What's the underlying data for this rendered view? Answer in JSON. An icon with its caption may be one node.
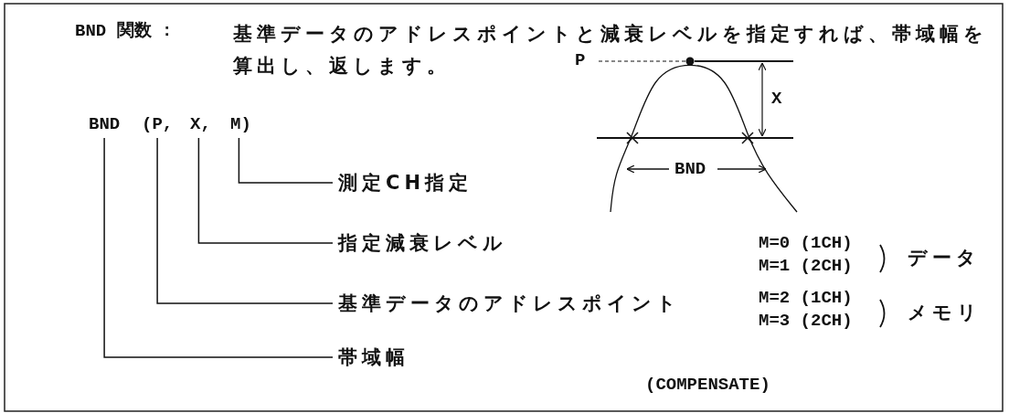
{
  "diagram": {
    "nodes": [
      {
        "text": [
          "BND"
        ]
      },
      {
        "text": [
          "(P,"
        ]
      },
      {
        "text": [
          "X,"
        ]
      },
      {
        "text": [
          "M)"
        ]
      },
      {
        "text": [
          "測定CH指定"
        ]
      },
      {
        "text": [
          "指定減衰レベル"
        ]
      },
      {
        "text": [
          "基準データのアドレスポイント"
        ]
      },
      {
        "text": [
          "帯域幅"
        ]
      }
    ],
    "edges": [
      {
        "from": 3,
        "to": 4,
        "arrow": "none"
      },
      {
        "from": 2,
        "to": 5,
        "arrow": "none"
      },
      {
        "from": 1,
        "to": 6,
        "arrow": "none"
      },
      {
        "from": 0,
        "to": 7,
        "arrow": "none"
      }
    ],
    "labels": [
      "BND 関数 :",
      "基準データのアドレスポイントと減衰レベルを指定すれば、帯域幅を算出し、返します。",
      "P",
      "X",
      "BND",
      "M=0 (1CH)",
      "M=1 (2CH)",
      "データ",
      "M=2 (1CH)",
      "M=3 (2CH)",
      "メモリ",
      "(COMPENSATE)"
    ]
  }
}
